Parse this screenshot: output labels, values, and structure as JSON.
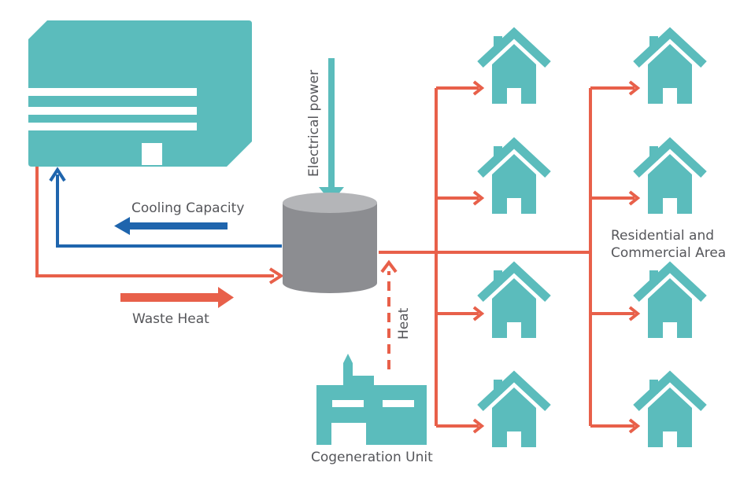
{
  "labels": {
    "cooling_capacity": "Cooling Capacity",
    "waste_heat": "Waste Heat",
    "electrical_power": "Electrical power",
    "heat": "Heat",
    "cogeneration_unit": "Cogeneration Unit",
    "area_line1": "Residential and",
    "area_line2": "Commercial Area"
  },
  "colors": {
    "teal": "#5bbcbc",
    "red": "#e8604a",
    "blue": "#1f65ad",
    "gray_tank": "#8c8d91",
    "label": "#55565a"
  },
  "icons": [
    "data-center-building",
    "storage-tank",
    "cogeneration-plant",
    "house-icon"
  ]
}
